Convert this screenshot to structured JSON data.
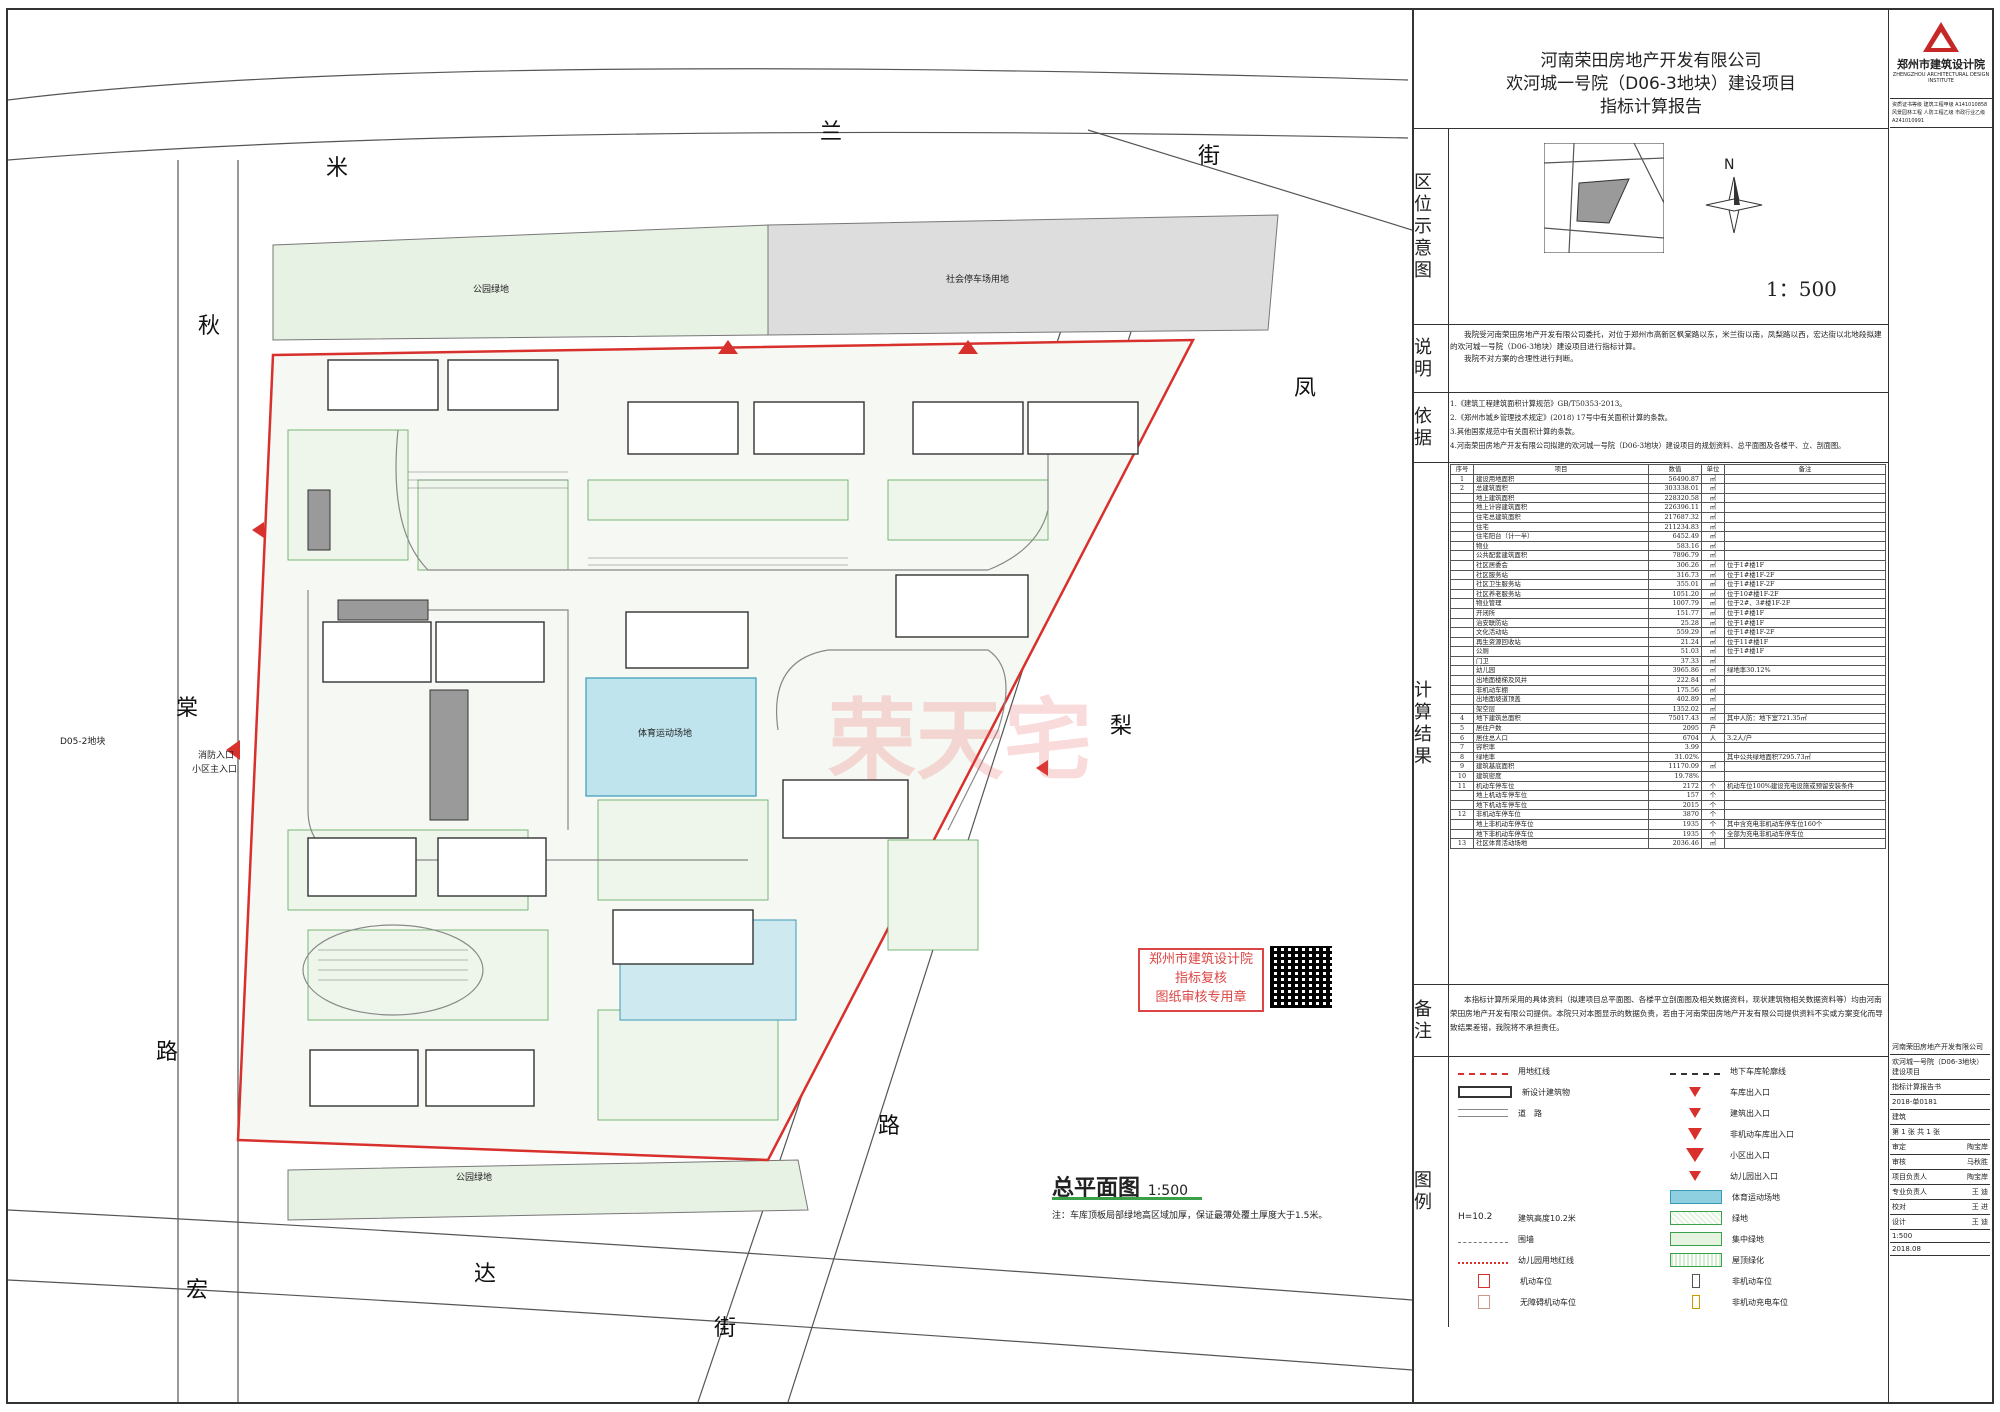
{
  "institute": {
    "name": "郑州市建筑设计院",
    "name_en": "ZHENGZHOU ARCHITECTURAL DESIGN INSTITUTE",
    "cert_lines": [
      "资质证书等级 建筑工程甲级 A141010858",
      "风景园林工程 人防工程乙级 市政行业乙级 A241010991"
    ]
  },
  "header": {
    "company": "河南荣田房地产开发有限公司",
    "project": "欢河城一号院（D06-3地块）建设项目",
    "report": "指标计算报告"
  },
  "sections": {
    "location": {
      "label": "区位示意图",
      "scale": "1：500",
      "north": "N"
    },
    "description": {
      "label": "说明",
      "paragraphs": [
        "我院受河南荣田房地产开发有限公司委托，对位于郑州市高新区枫棠路以东，米兰街以南，凤梨路以西，宏达街以北地段拟建的欢河城一号院（D06-3地块）建设项目进行指标计算。",
        "我院不对方案的合理性进行判断。"
      ]
    },
    "basis": {
      "label": "依据",
      "items": [
        "1.《建筑工程建筑面积计算规范》GB/T50353-2013。",
        "2.《郑州市城乡管理技术规定》(2018) 17号中有关面积计算的条款。",
        "3.其他国家规范中有关面积计算的条款。",
        "4.河南荣田房地产开发有限公司拟建的欢河城一号院（D06-3地块）建设项目的规划资料、总平面图及各楼平、立、剖面图。"
      ]
    },
    "results": {
      "label": "计算结果"
    },
    "remarks": {
      "label": "备注",
      "text": "本指标计算所采用的具体资料（拟建项目总平面图、各楼平立剖面图及相关数据资料，现状建筑物相关数据资料等）均由河南荣田房地产开发有限公司提供。本院只对本图显示的数据负责，若由于河南荣田房地产开发有限公司提供资料不实或方案变化而导致结果差错，我院将不承担责任。"
    },
    "legend": {
      "label": "图例"
    }
  },
  "calc_table": {
    "headers": [
      "序号",
      "项目",
      "数值",
      "单位",
      "备注"
    ],
    "rows": [
      [
        "1",
        "建设用地面积",
        "56490.87",
        "㎡",
        ""
      ],
      [
        "2",
        "总建筑面积",
        "303338.01",
        "㎡",
        ""
      ],
      [
        "",
        "地上建筑面积",
        "228320.58",
        "㎡",
        ""
      ],
      [
        "",
        "地上计容建筑面积",
        "226396.11",
        "㎡",
        ""
      ],
      [
        "",
        "住宅总建筑面积",
        "217687.32",
        "㎡",
        ""
      ],
      [
        "",
        "住宅",
        "211234.83",
        "㎡",
        ""
      ],
      [
        "",
        "住宅阳台（计一半）",
        "6452.49",
        "㎡",
        ""
      ],
      [
        "",
        "物业",
        "583.16",
        "㎡",
        ""
      ],
      [
        "",
        "公共配套建筑面积",
        "7896.79",
        "㎡",
        ""
      ],
      [
        "",
        "社区居委会",
        "306.26",
        "㎡",
        "位于1#楼1F"
      ],
      [
        "",
        "社区服务站",
        "316.73",
        "㎡",
        "位于1#楼1F-2F"
      ],
      [
        "",
        "社区卫生服务站",
        "355.01",
        "㎡",
        "位于1#楼1F-2F"
      ],
      [
        "",
        "社区养老服务站",
        "1051.20",
        "㎡",
        "位于10#楼1F-2F"
      ],
      [
        "",
        "物业管理",
        "1007.79",
        "㎡",
        "位于2#、3#楼1F-2F"
      ],
      [
        "",
        "开闭所",
        "151.77",
        "㎡",
        "位于1#楼1F"
      ],
      [
        "",
        "治安联防站",
        "25.28",
        "㎡",
        "位于1#楼1F"
      ],
      [
        "",
        "文化活动站",
        "559.29",
        "㎡",
        "位于1#楼1F-2F"
      ],
      [
        "",
        "再生资源回收站",
        "21.24",
        "㎡",
        "位于11#楼1F"
      ],
      [
        "",
        "公厕",
        "51.03",
        "㎡",
        "位于1#楼1F"
      ],
      [
        "",
        "门卫",
        "37.33",
        "㎡",
        ""
      ],
      [
        "",
        "幼儿园",
        "3965.86",
        "㎡",
        "绿地率30.12%"
      ],
      [
        "",
        "出地面楼梯及风井",
        "222.84",
        "㎡",
        ""
      ],
      [
        "",
        "非机动车棚",
        "175.56",
        "㎡",
        ""
      ],
      [
        "",
        "出地面坡道顶盖",
        "402.89",
        "㎡",
        ""
      ],
      [
        "",
        "架空层",
        "1352.02",
        "㎡",
        ""
      ],
      [
        "4",
        "地下建筑总面积",
        "75017.43",
        "㎡",
        "其中人防：地下室721.35㎡"
      ],
      [
        "5",
        "居住户数",
        "2095",
        "户",
        ""
      ],
      [
        "6",
        "居住总人口",
        "6704",
        "人",
        "3.2人/户"
      ],
      [
        "7",
        "容积率",
        "3.99",
        "",
        ""
      ],
      [
        "8",
        "绿地率",
        "31.02%",
        "",
        "其中公共绿地面积7295.73㎡"
      ],
      [
        "9",
        "建筑基底面积",
        "11170.09",
        "㎡",
        ""
      ],
      [
        "10",
        "建筑密度",
        "19.78%",
        "",
        ""
      ],
      [
        "11",
        "机动车停车位",
        "2172",
        "个",
        "机动车位100%建设充电设施或预留安装条件"
      ],
      [
        "",
        "地上机动车停车位",
        "157",
        "个",
        ""
      ],
      [
        "",
        "地下机动车停车位",
        "2015",
        "个",
        ""
      ],
      [
        "12",
        "非机动车停车位",
        "3870",
        "个",
        ""
      ],
      [
        "",
        "地上非机动车停车位",
        "1935",
        "个",
        "其中含充电非机动车停车位160个"
      ],
      [
        "",
        "地下非机动车停车位",
        "1935",
        "个",
        "全部为充电非机动车停车位"
      ],
      [
        "13",
        "社区体育活动场地",
        "2036.46",
        "㎡",
        ""
      ]
    ]
  },
  "legend_items": {
    "left": [
      {
        "label": "用地红线",
        "sym": "redline"
      },
      {
        "label": "新设计建筑物",
        "sym": "building"
      },
      {
        "label": "道　路",
        "sym": "road"
      },
      {
        "label": "",
        "sym": "blank"
      },
      {
        "label": "",
        "sym": "blank"
      },
      {
        "label": "",
        "sym": "blank"
      },
      {
        "label": "",
        "sym": "blank"
      },
      {
        "label": "建筑高度10.2米",
        "sym": "height",
        "code": "H=10.2"
      },
      {
        "label": "围墙",
        "sym": "wall"
      },
      {
        "label": "幼儿园用地红线",
        "sym": "kinder"
      },
      {
        "label": "机动车位",
        "sym": "car"
      },
      {
        "label": "无障碍机动车位",
        "sym": "acc"
      }
    ],
    "right": [
      {
        "label": "地下车库轮廓线",
        "sym": "dash"
      },
      {
        "label": "车库出入口",
        "sym": "arrow"
      },
      {
        "label": "建筑出入口",
        "sym": "arrow"
      },
      {
        "label": "非机动车库出入口",
        "sym": "arrow2"
      },
      {
        "label": "小区出入口",
        "sym": "arrow3"
      },
      {
        "label": "幼儿园出入口",
        "sym": "arrow"
      },
      {
        "label": "体育运动场地",
        "sym": "sport"
      },
      {
        "label": "绿地",
        "sym": "green"
      },
      {
        "label": "集中绿地",
        "sym": "cgreen"
      },
      {
        "label": "屋顶绿化",
        "sym": "roof"
      },
      {
        "label": "非机动车位",
        "sym": "bike"
      },
      {
        "label": "非机动充电车位",
        "sym": "ebike"
      }
    ]
  },
  "roads": {
    "north": [
      "米",
      "兰",
      "街"
    ],
    "west": [
      "秋",
      "棠",
      "路"
    ],
    "east": [
      "凤",
      "梨",
      "路"
    ],
    "south": [
      "宏",
      "达",
      "街"
    ]
  },
  "plan": {
    "title": "总平面图",
    "scale": "1:500",
    "note": "注：车库顶板局部绿地高区域加厚，保证最薄处覆土厚度大于1.5米。",
    "labels": {
      "park_top": "公园绿地",
      "park_bottom": "公园绿地",
      "social_parking": "社会停车场用地",
      "adjacent_plot": "D05-2地块",
      "sports": "体育运动场地",
      "community_entry": "小区主入口",
      "fire_entry": "消防入口"
    },
    "stamp": [
      "郑州市建筑设计院",
      "指标复核",
      "图纸审核专用章"
    ],
    "watermark": "荣天宅"
  },
  "title_block": {
    "client": "河南荣田房地产开发有限公司",
    "project_name": "欢河城一号院（D06-3地块）建设项目",
    "drawing_name": "指标计算报告书",
    "contract_no": "2018-单0181",
    "discipline": "建筑",
    "sheet": "第 1 张 共 1 张",
    "scale": "1:500",
    "date": "2018.08",
    "roles": [
      "审定",
      "审核",
      "项目负责人",
      "专业负责人",
      "校对",
      "设计"
    ],
    "names": [
      "陶宝岸",
      "马秋胜",
      "陶宝岸",
      "王  迪",
      "王  进",
      "王  迪"
    ]
  },
  "colors": {
    "redline": "#d8302c",
    "building": "#333333",
    "green": "#3aa14a",
    "sport": "#8fd0e0",
    "road": "#888888"
  }
}
